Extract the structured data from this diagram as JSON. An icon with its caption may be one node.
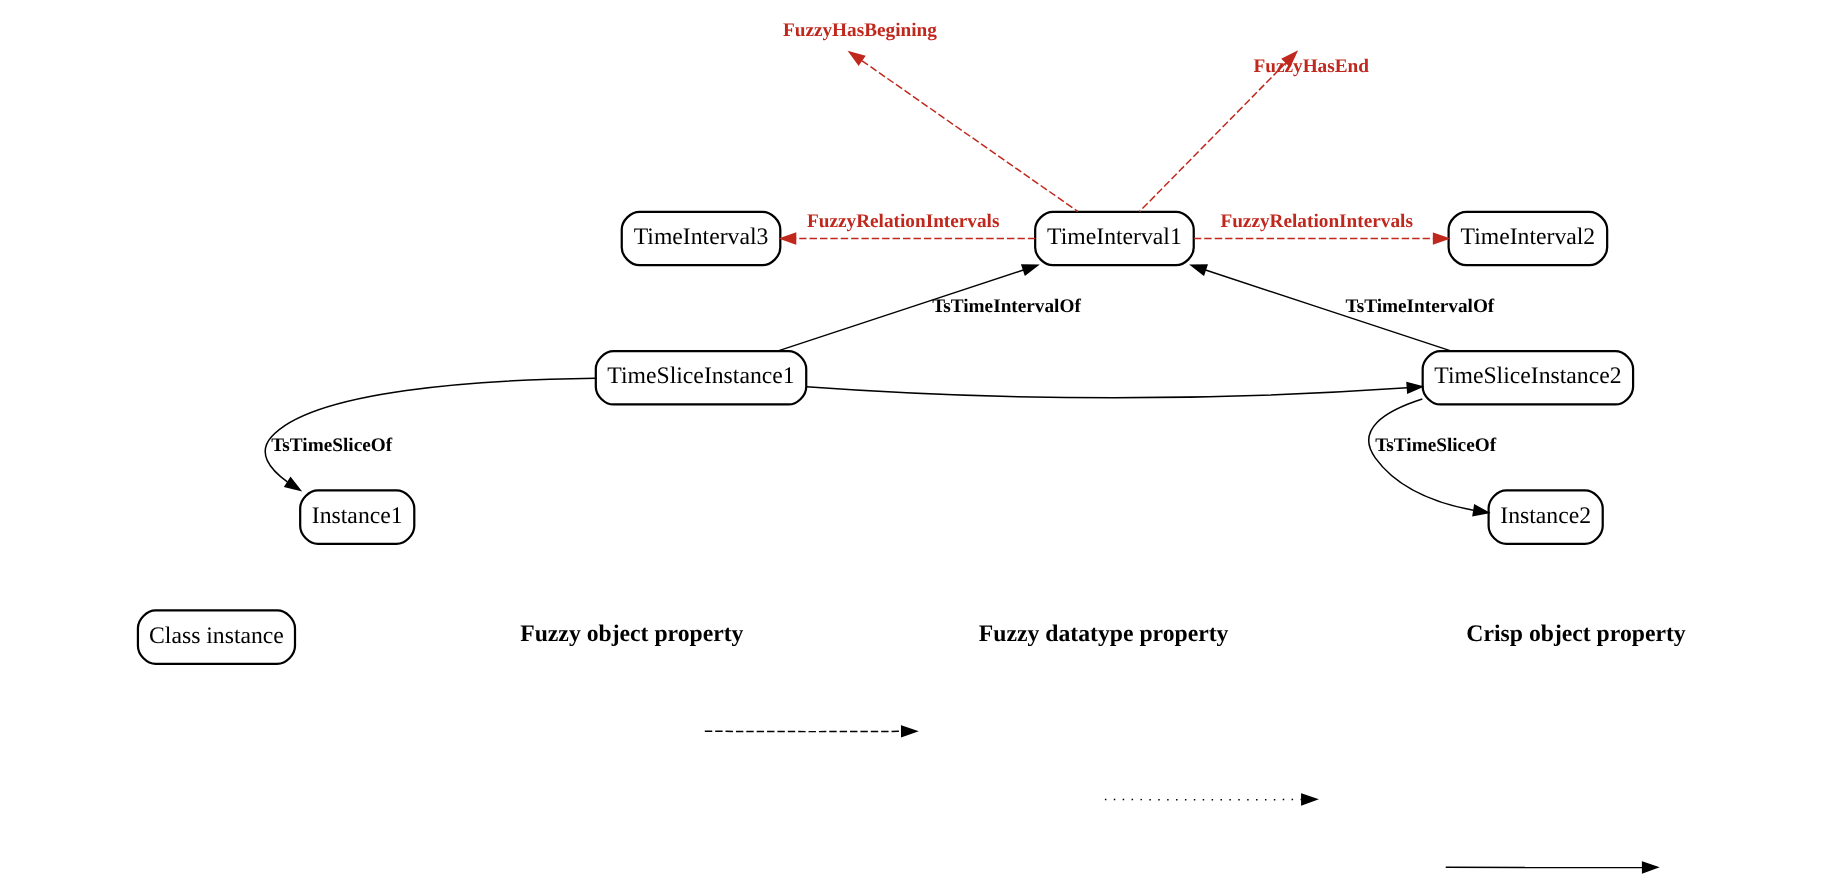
{
  "diagram": {
    "nodes": [
      {
        "text": [
          "TimeInterval3"
        ]
      },
      {
        "text": [
          "TimeInterval1"
        ]
      },
      {
        "text": [
          "TimeInterval2"
        ]
      },
      {
        "text": [
          "TimeSliceInstance1"
        ]
      },
      {
        "text": [
          "TimeSliceInstance2"
        ]
      },
      {
        "text": [
          "Instance1"
        ]
      },
      {
        "text": [
          "Instance2"
        ]
      },
      {
        "text": [
          "Class instance"
        ]
      }
    ],
    "edges": [
      {
        "from": 1,
        "to": null,
        "arrow": "to",
        "label": "FuzzyHasBegining",
        "style": "dashed",
        "color": "#c0281e"
      },
      {
        "from": 1,
        "to": null,
        "arrow": "to",
        "label": "FuzzyHasEnd",
        "style": "dashed",
        "color": "#c0281e"
      },
      {
        "from": 1,
        "to": 0,
        "arrow": "to",
        "label": "FuzzyRelationIntervals",
        "style": "dashed",
        "color": "#c0281e"
      },
      {
        "from": 1,
        "to": 2,
        "arrow": "to",
        "label": "FuzzyRelationIntervals",
        "style": "dashed",
        "color": "#c0281e"
      },
      {
        "from": 3,
        "to": 1,
        "arrow": "to",
        "label": "TsTimeIntervalOf"
      },
      {
        "from": 4,
        "to": 1,
        "arrow": "to",
        "label": "TsTimeIntervalOf"
      },
      {
        "from": 3,
        "to": 4,
        "arrow": "to"
      },
      {
        "from": 3,
        "to": 5,
        "arrow": "to",
        "label": "TsTimeSliceOf"
      },
      {
        "from": 4,
        "to": 6,
        "arrow": "to",
        "label": "TsTimeSliceOf"
      }
    ],
    "legend": [
      {
        "text": "Fuzzy object property"
      },
      {
        "text": "Fuzzy datatype property"
      },
      {
        "text": "Crisp object property"
      }
    ]
  }
}
